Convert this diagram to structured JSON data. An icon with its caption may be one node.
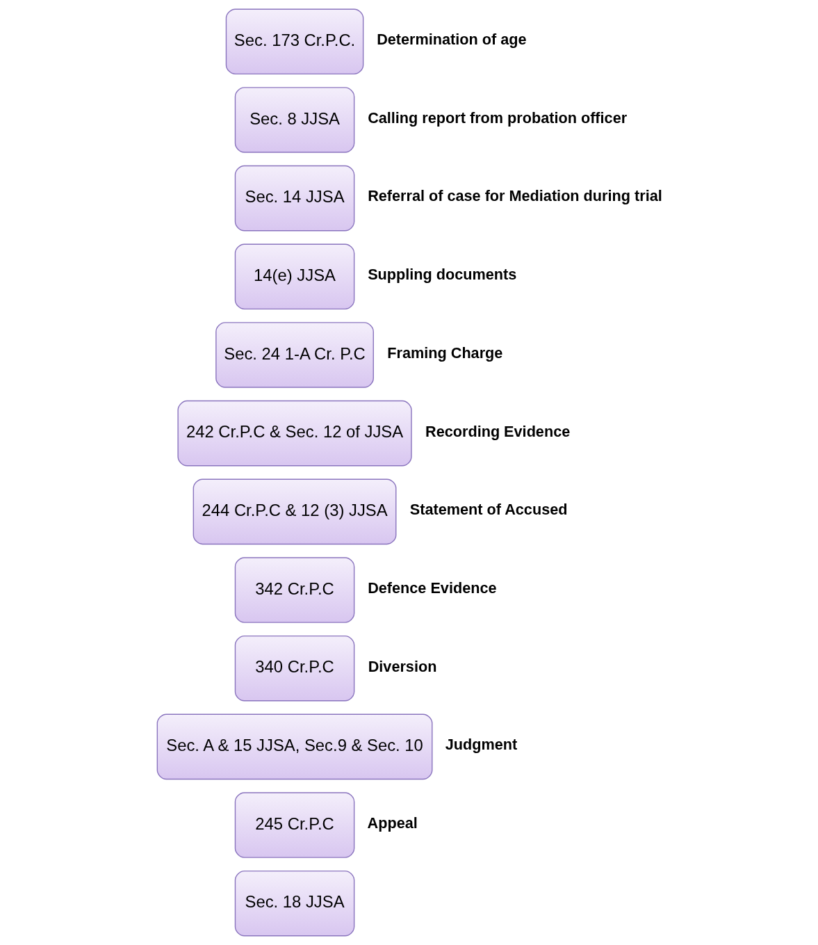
{
  "diagram": {
    "nodes": [
      {
        "text": [
          "Sec. 173 Cr.P.C."
        ],
        "beside": [
          "Determination of age"
        ]
      },
      {
        "text": [
          "Sec. 8 JJSA"
        ],
        "beside": [
          "Calling report from probation officer"
        ]
      },
      {
        "text": [
          "Sec. 14 JJSA"
        ],
        "beside": [
          "Referral of case for Mediation during trial"
        ]
      },
      {
        "text": [
          "14(e) JJSA"
        ],
        "beside": [
          "Suppling documents"
        ]
      },
      {
        "text": [
          "Sec. 24 1-A Cr. P.C"
        ],
        "beside": [
          "Framing Charge"
        ]
      },
      {
        "text": [
          "242 Cr.P.C & Sec. 12 of JJSA"
        ],
        "beside": [
          "Recording Evidence"
        ]
      },
      {
        "text": [
          "244 Cr.P.C & 12 (3) JJSA"
        ],
        "beside": [
          "Statement of Accused"
        ]
      },
      {
        "text": [
          "342 Cr.P.C"
        ],
        "beside": [
          "Defence Evidence"
        ]
      },
      {
        "text": [
          "340 Cr.P.C"
        ],
        "beside": [
          "Diversion"
        ]
      },
      {
        "text": [
          "Sec. A & 15 JJSA, Sec.9 & Sec. 10"
        ],
        "beside": [
          "Judgment"
        ]
      },
      {
        "text": [
          "245 Cr.P.C"
        ],
        "beside": [
          "Appeal"
        ]
      },
      {
        "text": [
          "Sec. 18 JJSA"
        ]
      }
    ]
  }
}
